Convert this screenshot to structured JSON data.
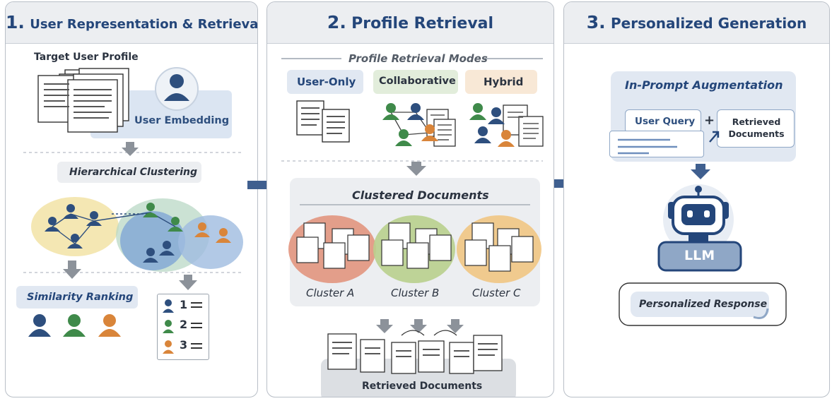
{
  "panels": [
    {
      "number": "1.",
      "title": "User Representation & Retrieval"
    },
    {
      "number": "2.",
      "title": "Profile Retrieval"
    },
    {
      "number": "3.",
      "title": "Personalized Generation"
    }
  ],
  "panel1": {
    "target_profile": "Target User Profile",
    "user_embedding": "User Embedding",
    "hierarchical_clustering": "Hierarchical Clustering",
    "similarity_ranking": "Similarity Ranking",
    "ranks": [
      "1",
      "2",
      "3"
    ]
  },
  "panel2": {
    "modes_title": "Profile Retrieval Modes",
    "modes": [
      "User-Only",
      "Collaborative",
      "Hybrid"
    ],
    "clustered_documents": "Clustered Documents",
    "clusters": [
      "Cluster A",
      "Cluster B",
      "Cluster C"
    ],
    "retrieved_documents": "Retrieved Documents"
  },
  "panel3": {
    "augmentation_title": "In-Prompt Augmentation",
    "user_query": "User Query",
    "plus": "+",
    "retrieved_documents": "Retrieved Documents",
    "llm": "LLM",
    "response": "Personalized Response"
  },
  "colors": {
    "title_blue": "#24467a",
    "user_blue": "#2e4f7e",
    "user_green": "#3f8a4a",
    "user_orange": "#d9853a",
    "arrow": "#3f5f8f"
  }
}
